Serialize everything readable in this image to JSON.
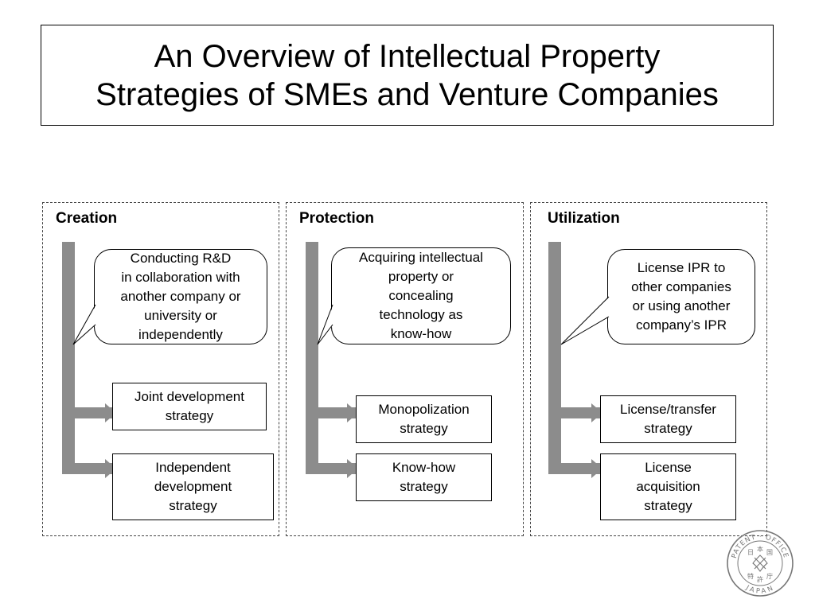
{
  "title": "An Overview of Intellectual Property\nStrategies of SMEs and Venture Companies",
  "sections": [
    {
      "heading": "Creation",
      "bubble": "Conducting R&D\nin collaboration with\nanother company or\nuniversity or\nindependently",
      "strategies": [
        "Joint development\nstrategy",
        "Independent\ndevelopment\nstrategy"
      ]
    },
    {
      "heading": "Protection",
      "bubble": "Acquiring intellectual\nproperty or\nconcealing\ntechnology as\nknow-how",
      "strategies": [
        "Monopolization\nstrategy",
        "Know-how\nstrategy"
      ]
    },
    {
      "heading": "Utilization",
      "bubble": "License IPR to\nother companies\nor using another\ncompany’s IPR",
      "strategies": [
        "License/transfer\nstrategy",
        "License\nacquisition\nstrategy"
      ]
    }
  ],
  "seal": {
    "top_text": "PATENT · OFFICE",
    "bottom_text": "JAPAN",
    "center_text": "日本国特許庁"
  },
  "colors": {
    "connector": "#8c8c8c",
    "border": "#000000",
    "dashed_border": "#444444",
    "seal": "#777777"
  }
}
